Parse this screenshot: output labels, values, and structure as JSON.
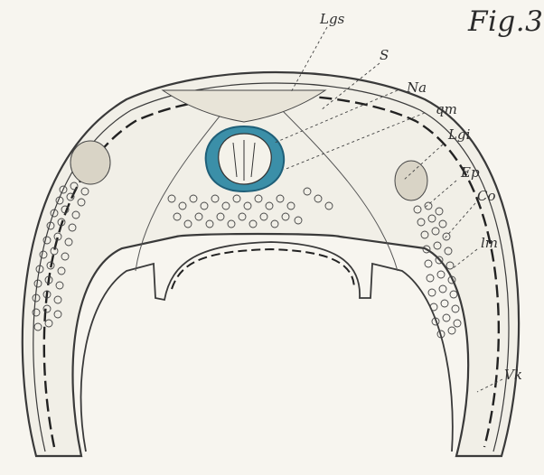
{
  "figure": {
    "title": "Fig.3",
    "labels": {
      "lgs": "Lgs",
      "s": "S",
      "na": "Na",
      "qm": "qm",
      "lgi": "Lgi",
      "ep": "Ep",
      "co": "Co",
      "lm": "lm",
      "vk": "Vk"
    },
    "colors": {
      "ink": "#3a3a3a",
      "paper": "#f7f5ef",
      "nerve-blue": "#3b8fa8",
      "nerve-dark": "#1f5f78"
    }
  }
}
